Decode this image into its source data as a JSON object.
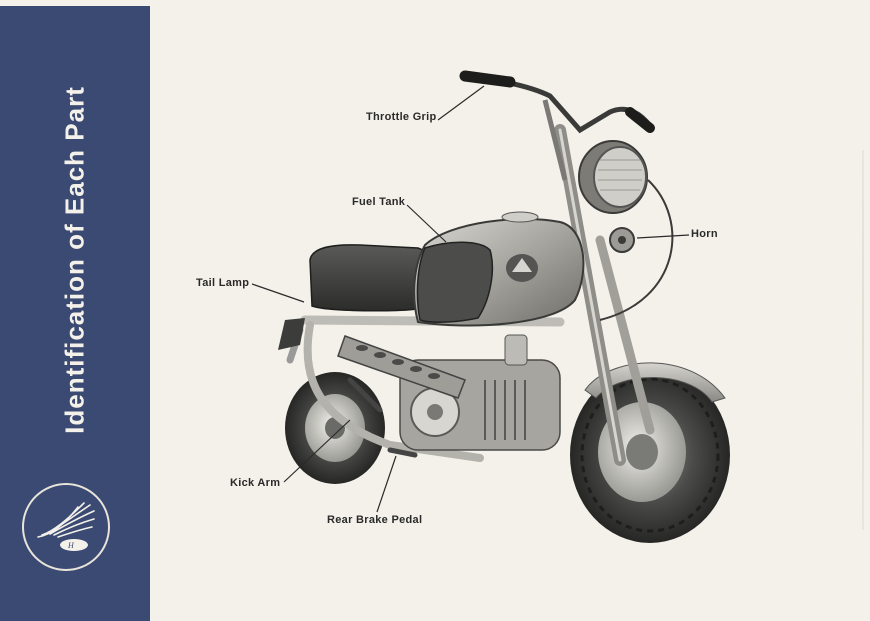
{
  "sidebar": {
    "title": "Identification of Each Part",
    "logo_icon": "honda-wing-logo",
    "color": "#3a4a72"
  },
  "illustration": {
    "icon": "monkey-bike-illustration"
  },
  "labels": {
    "throttle_grip": "Throttle Grip",
    "fuel_tank": "Fuel Tank",
    "horn": "Horn",
    "tail_lamp": "Tail Lamp",
    "kick_arm": "Kick Arm",
    "rear_brake_pedal": "Rear Brake Pedal"
  }
}
